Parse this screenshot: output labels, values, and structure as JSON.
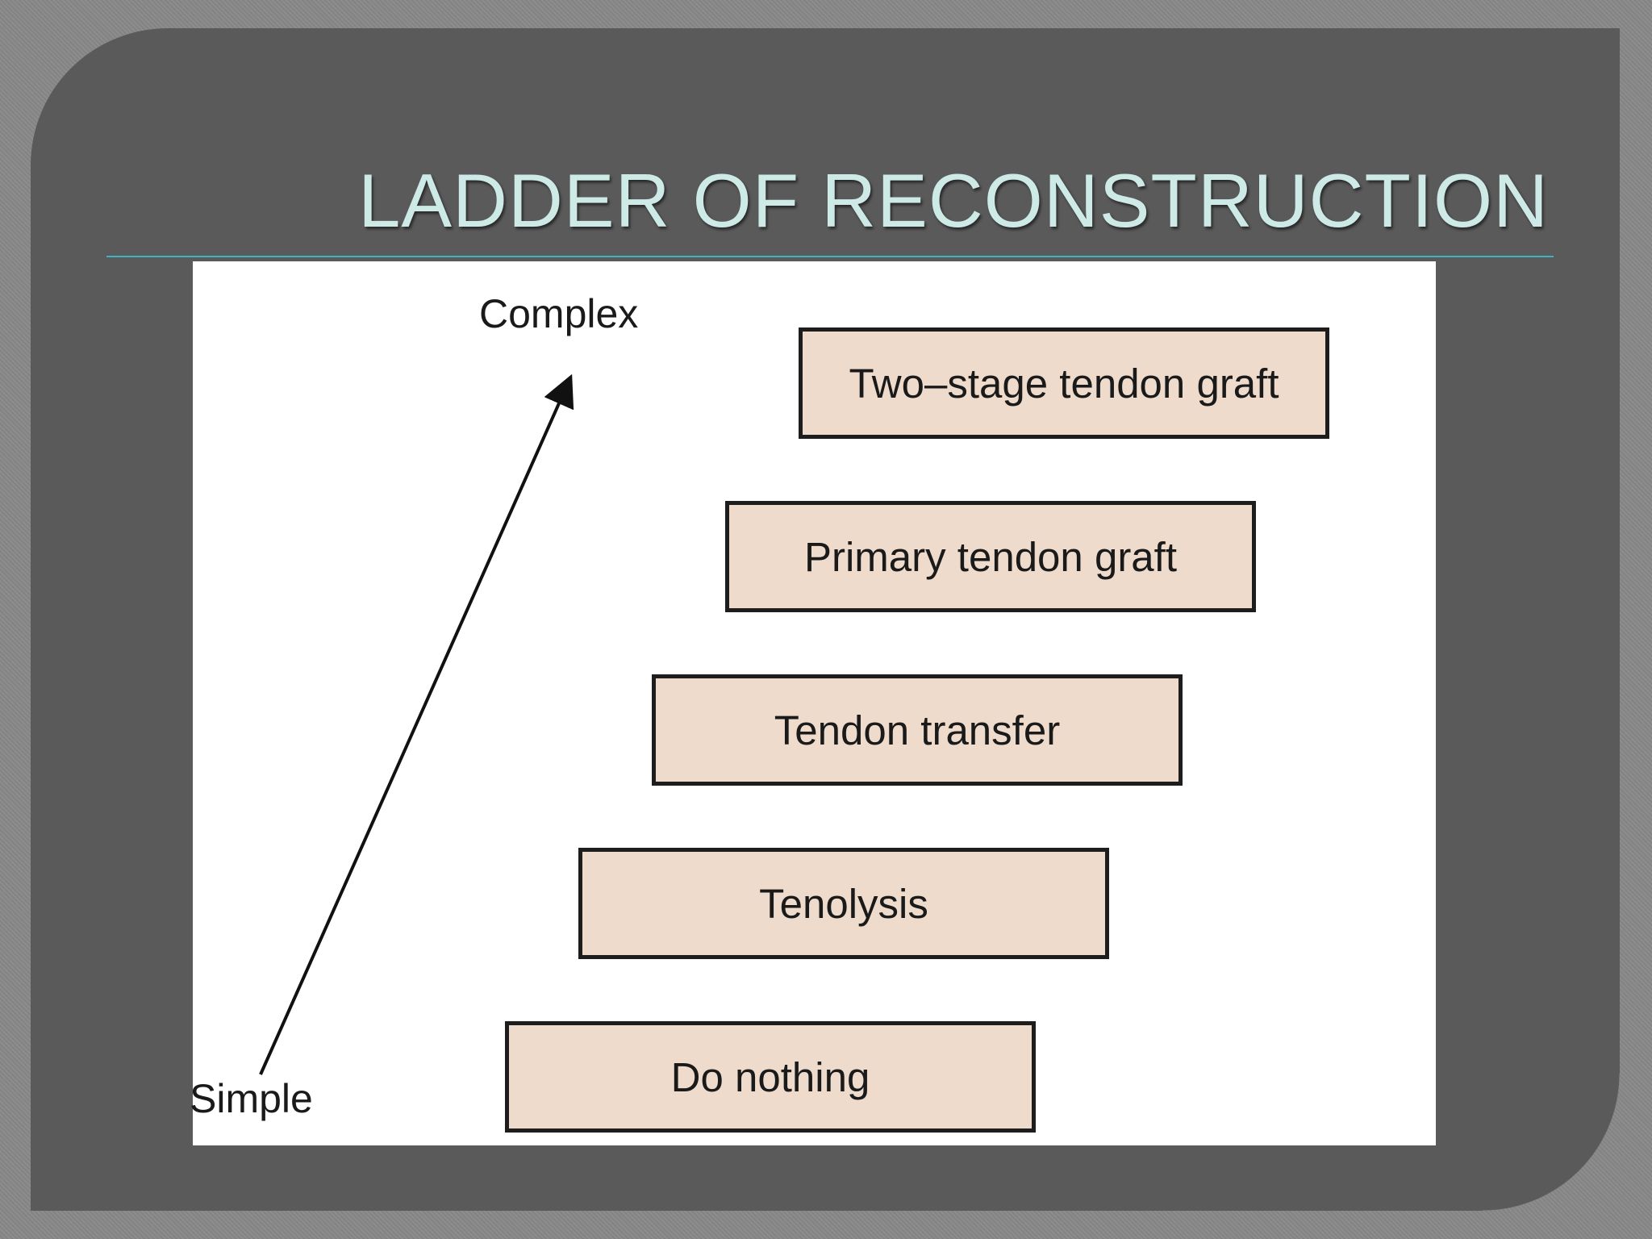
{
  "slide": {
    "title": "LADDER OF RECONSTRUCTION"
  },
  "diagram": {
    "axis": {
      "top_label": "Complex",
      "bottom_label": "Simple"
    },
    "steps": [
      {
        "label": "Do nothing"
      },
      {
        "label": "Tenolysis"
      },
      {
        "label": "Tendon transfer"
      },
      {
        "label": "Primary tendon graft"
      },
      {
        "label": "Two–stage tendon graft"
      }
    ]
  },
  "colors": {
    "slide_background": "#5a5a5a",
    "title_text": "#cdeae7",
    "title_rule": "#3fb1bf",
    "step_fill": "#eedbcc",
    "step_border": "#1d1d1d"
  }
}
